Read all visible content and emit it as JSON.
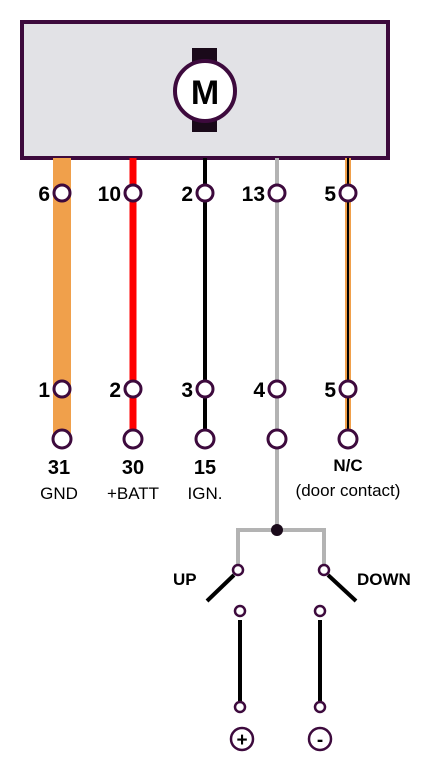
{
  "motor": {
    "symbol": "M"
  },
  "top_pins": [
    "6",
    "10",
    "2",
    "13",
    "5"
  ],
  "bottom_pins": [
    "1",
    "2",
    "3",
    "4",
    "5"
  ],
  "terminals": [
    {
      "number": "31",
      "label": "GND"
    },
    {
      "number": "30",
      "label": "+BATT"
    },
    {
      "number": "15",
      "label": "IGN."
    },
    {
      "number": "",
      "label": ""
    },
    {
      "number": "N/C",
      "label": "(door contact)"
    }
  ],
  "switches": {
    "up_label": "UP",
    "down_label": "DOWN"
  },
  "supply": {
    "plus_symbol": "+",
    "minus_symbol": "-"
  },
  "colors": {
    "outline": "#3d0a3d",
    "box_fill": "#e2e2e6",
    "wire_orange": "#f0a04b",
    "wire_red": "#ff0000",
    "wire_black": "#000000",
    "wire_gray": "#b3b3b3"
  }
}
